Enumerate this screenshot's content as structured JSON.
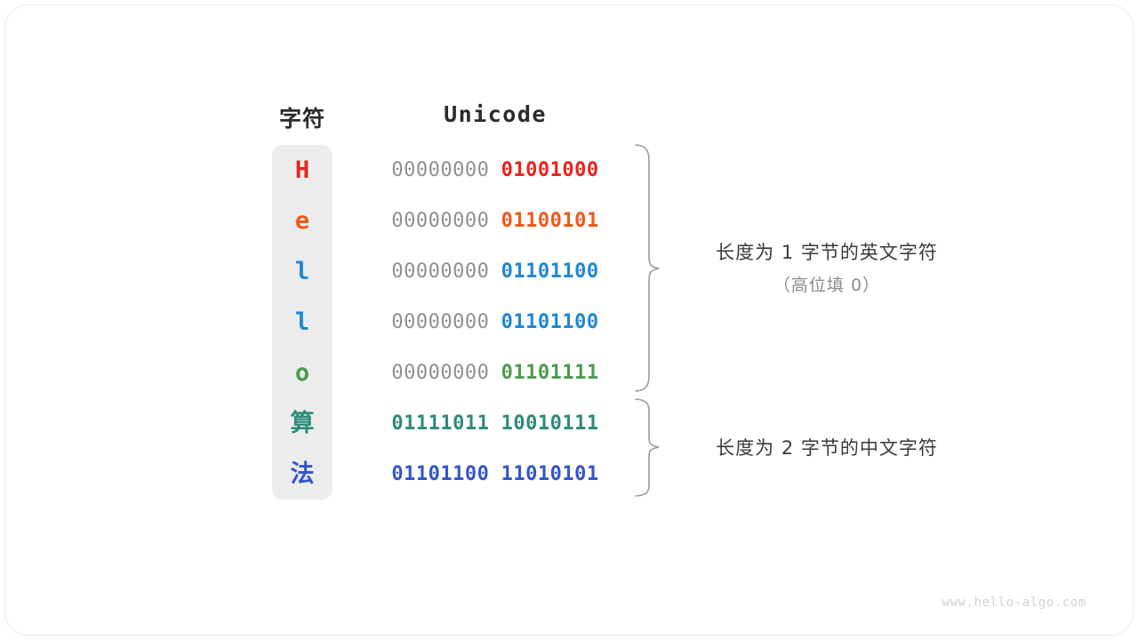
{
  "headers": {
    "char": "字符",
    "unicode": "Unicode"
  },
  "rows": [
    {
      "char": "H",
      "char_color": "#E8241B",
      "high": "00000000",
      "low": "01001000",
      "low_color": "#E8241B",
      "high_bold": false,
      "cjk": false
    },
    {
      "char": "e",
      "char_color": "#F1581A",
      "high": "00000000",
      "low": "01100101",
      "low_color": "#F1581A",
      "high_bold": false,
      "cjk": false
    },
    {
      "char": "l",
      "char_color": "#1E87D6",
      "high": "00000000",
      "low": "01101100",
      "low_color": "#1E87D6",
      "high_bold": false,
      "cjk": false
    },
    {
      "char": "l",
      "char_color": "#1E87D6",
      "high": "00000000",
      "low": "01101100",
      "low_color": "#1E87D6",
      "high_bold": false,
      "cjk": false
    },
    {
      "char": "o",
      "char_color": "#4C9A4E",
      "high": "00000000",
      "low": "01101111",
      "low_color": "#4C9A4E",
      "high_bold": false,
      "cjk": false
    },
    {
      "char": "算",
      "char_color": "#2E8B7A",
      "high": "01111011",
      "low": "10010111",
      "low_color": "#2E8B7A",
      "high_color": "#2E8B7A",
      "high_bold": true,
      "cjk": true
    },
    {
      "char": "法",
      "char_color": "#3355CC",
      "high": "01101100",
      "low": "11010101",
      "low_color": "#3355CC",
      "high_color": "#3355CC",
      "high_bold": true,
      "cjk": true
    }
  ],
  "annotations": {
    "ascii": {
      "line1": "长度为 1 字节的英文字符",
      "line2": "（高位填 0）"
    },
    "cjk": {
      "line1": "长度为 2 字节的中文字符",
      "line2": ""
    }
  },
  "watermark": "www.hello-algo.com",
  "colors": {
    "char_column_bg": "#ececec",
    "high_bits_grey": "#8f8f8f",
    "header_text": "#2b2b2b",
    "annotation_text": "#3a3a3a",
    "annotation_sub_text": "#8a8a8a",
    "brace_stroke": "#9b9b9b",
    "watermark": "#d2d2d2",
    "card_bg": "#ffffff"
  }
}
